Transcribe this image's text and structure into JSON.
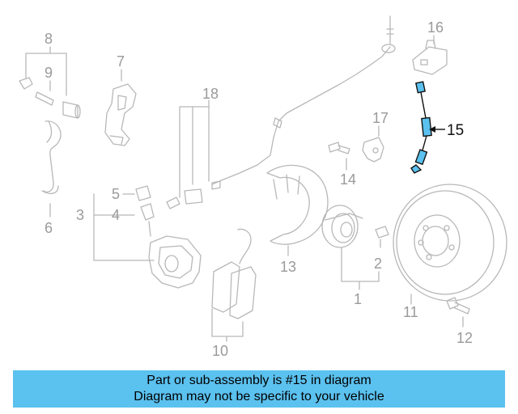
{
  "callouts": {
    "c1": "1",
    "c2": "2",
    "c3": "3",
    "c4": "4",
    "c5": "5",
    "c6": "6",
    "c7": "7",
    "c8": "8",
    "c9": "9",
    "c10": "10",
    "c11": "11",
    "c12": "12",
    "c13": "13",
    "c14": "14",
    "c15": "15",
    "c16": "16",
    "c17": "17",
    "c18": "18"
  },
  "highlight_part": "15",
  "colors": {
    "highlight_part_fill": "#5bc1ef",
    "banner_bg": "#5bc1ef",
    "faded_line": "#b8b8b8"
  },
  "banner": {
    "line1": "Part or sub-assembly is #15 in diagram",
    "line2": "Diagram may not be specific to your vehicle"
  }
}
